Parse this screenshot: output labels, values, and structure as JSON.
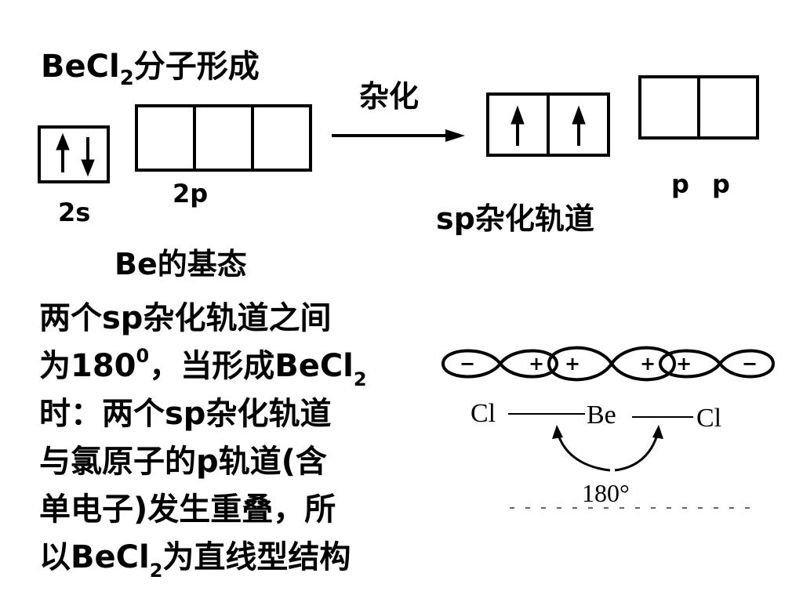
{
  "title": {
    "main": "BeCl",
    "sub": "2",
    "rest": "分子形成"
  },
  "ground_state": {
    "s_label": "2s",
    "p_label": "2p",
    "caption": "Be的基态"
  },
  "arrow_label": "杂化",
  "hybrid": {
    "caption": "sp杂化轨道",
    "p_labels": [
      "p",
      "p"
    ]
  },
  "paragraph": {
    "line1": "两个sp杂化轨道之间",
    "line2_a": "为180",
    "line2_sup": "0",
    "line2_b": "，当形成BeCl",
    "line2_sub": "2",
    "line3": "时：两个sp杂化轨道",
    "line4": "与氯原子的p轨道(含",
    "line5": "单电子)发生重叠，所",
    "line6_a": "以BeCl",
    "line6_sub": "2",
    "line6_b": "为直线型结构"
  },
  "molecule": {
    "lobe_signs": [
      "−",
      "+",
      "+",
      "+",
      "+",
      "−"
    ],
    "left_atom": "Cl",
    "center_atom": "Be",
    "right_atom": "Cl",
    "angle": "180°"
  }
}
